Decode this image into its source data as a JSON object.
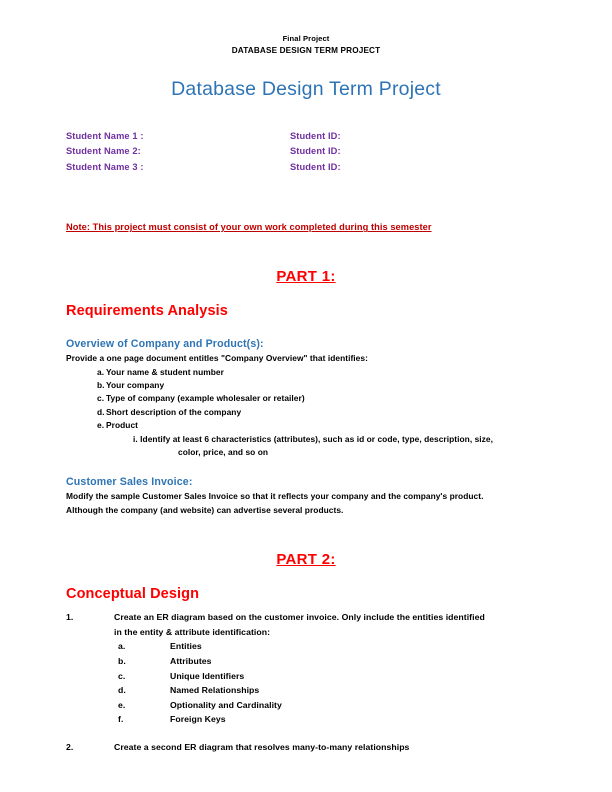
{
  "header": {
    "line1": "Final Project",
    "line2": "DATABASE DESIGN TERM PROJECT",
    "title": "Database Design Term Project"
  },
  "colors": {
    "title_blue": "#2E74B5",
    "student_purple": "#7030A0",
    "note_red": "#C00000",
    "heading_red": "#FF0000",
    "body_black": "#000000"
  },
  "students": [
    {
      "name_label": "Student Name 1 :",
      "id_label": "Student ID:"
    },
    {
      "name_label": "Student Name 2:",
      "id_label": "Student ID:"
    },
    {
      "name_label": "Student Name 3 :",
      "id_label": "Student ID:"
    }
  ],
  "note": "Note: This project must consist of your own work completed during this semester",
  "part1": {
    "heading": "PART 1:",
    "section_title": "Requirements Analysis",
    "overview": {
      "heading": "Overview of Company and Product(s):",
      "intro": "Provide a one page document entitles \"Company Overview\" that identifies:",
      "items": [
        {
          "marker": "a.",
          "text": "Your name & student number"
        },
        {
          "marker": "b.",
          "text": "Your company"
        },
        {
          "marker": "c.",
          "text": "Type of company (example wholesaler or retailer)"
        },
        {
          "marker": "d.",
          "text": "Short description of the company"
        },
        {
          "marker": "e.",
          "text": "Product"
        }
      ],
      "sub_item": {
        "marker": "i.",
        "line1": "Identify at least 6 characteristics (attributes), such as id or code, type, description, size,",
        "line2": "color, price, and so on"
      }
    },
    "invoice": {
      "heading": "Customer Sales Invoice:",
      "line1": "Modify the sample Customer Sales Invoice so that it reflects your company and the company's product.",
      "line2": "Although the company (and website) can advertise several products."
    }
  },
  "part2": {
    "heading": "PART 2:",
    "section_title": "Conceptual Design",
    "item1": {
      "marker": "1.",
      "line1": "Create an ER diagram based on the customer invoice. Only include the entities identified",
      "line2": "in the entity & attribute identification:"
    },
    "item1_subitems": [
      {
        "marker": "a.",
        "text": "Entities"
      },
      {
        "marker": "b.",
        "text": "Attributes"
      },
      {
        "marker": "c.",
        "text": "Unique Identifiers"
      },
      {
        "marker": "d.",
        "text": "Named Relationships"
      },
      {
        "marker": "e.",
        "text": "Optionality and Cardinality"
      },
      {
        "marker": "f.",
        "text": "Foreign Keys"
      }
    ],
    "item2": {
      "marker": "2.",
      "text": "Create a second ER diagram that resolves many-to-many relationships"
    }
  }
}
